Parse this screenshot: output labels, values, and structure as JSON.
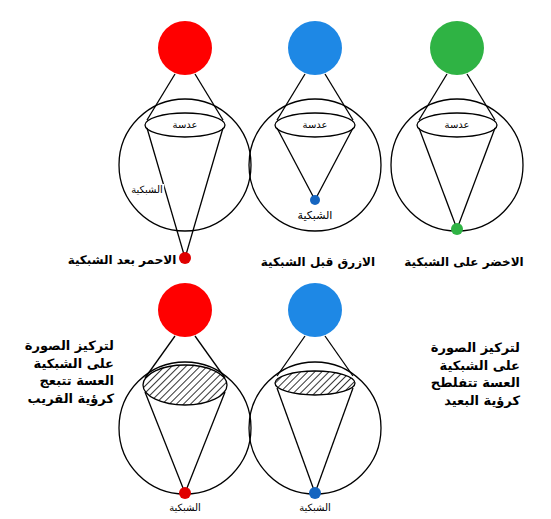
{
  "diagram": {
    "labels": [
      "عدسة",
      "عدسة",
      "عدسة",
      "الشبكية",
      "الشبكية",
      "الاحمر بعد الشبكية",
      "الازرق قبل الشبكية",
      "الاخضر على الشبكية",
      "لتركيز الصورة على الشبكية العسة تتبعج كرؤية القريب",
      "لتركيز الصورة على الشبكية العسة تتفلطح كرؤية البعيد",
      "الشبكية",
      "الشبكية"
    ]
  }
}
